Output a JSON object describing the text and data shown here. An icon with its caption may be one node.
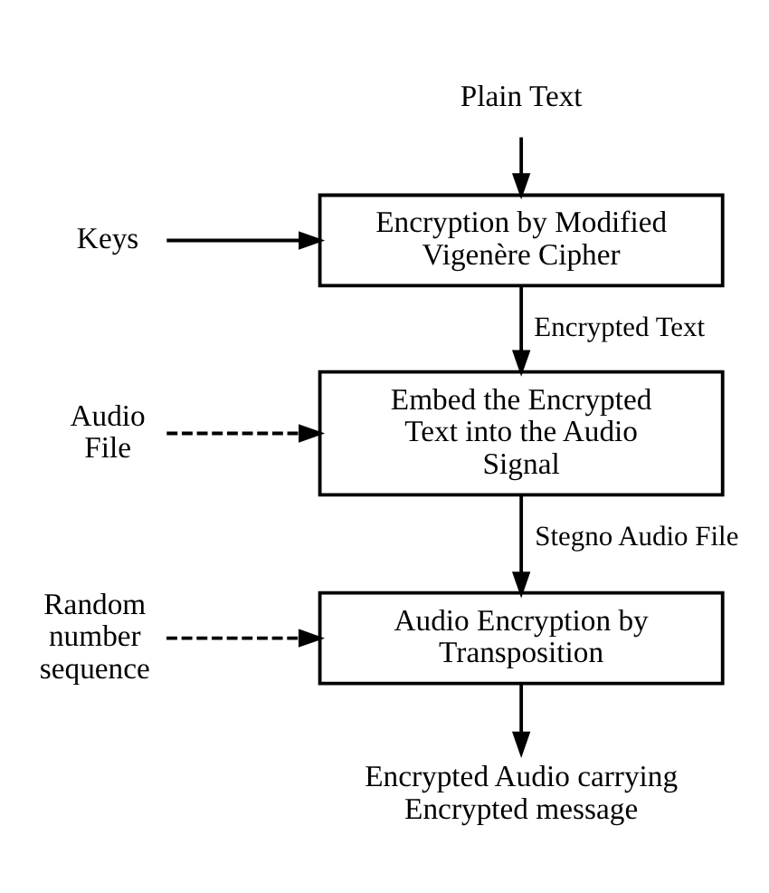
{
  "diagram": {
    "nodes": [
      {
        "text": [
          "Plain Text"
        ]
      },
      {
        "text": [
          "Keys"
        ]
      },
      {
        "text": [
          "Encryption by Modified Vigenère Cipher"
        ]
      },
      {
        "text": [
          "Audio File"
        ]
      },
      {
        "text": [
          "Embed the Encrypted Text into the Audio Signal"
        ]
      },
      {
        "text": [
          "Random number sequence"
        ]
      },
      {
        "text": [
          "Audio Encryption by Transposition"
        ]
      },
      {
        "text": [
          "Encrypted Audio carrying Encrypted message"
        ]
      }
    ],
    "edges": [
      {
        "from": 0,
        "to": 2,
        "arrow": "to"
      },
      {
        "from": 1,
        "to": 2,
        "arrow": "to"
      },
      {
        "from": 2,
        "to": 4,
        "arrow": "to",
        "label": "Encrypted Text"
      },
      {
        "from": 3,
        "to": 4,
        "arrow": "to",
        "style": "dashed"
      },
      {
        "from": 4,
        "to": 6,
        "arrow": "to",
        "label": "Stegno Audio File"
      },
      {
        "from": 5,
        "to": 6,
        "arrow": "to",
        "style": "dashed"
      },
      {
        "from": 6,
        "to": 7,
        "arrow": "to"
      }
    ]
  }
}
